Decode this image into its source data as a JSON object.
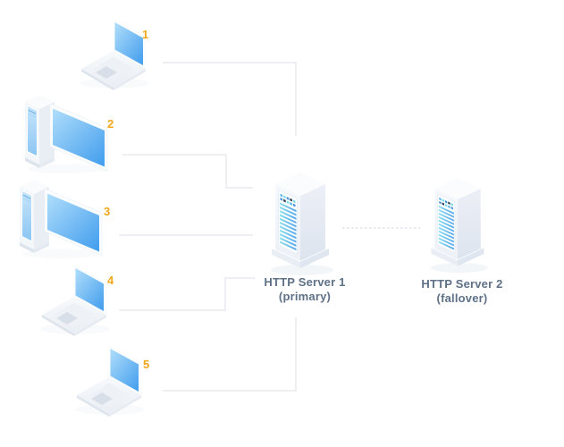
{
  "diagram": {
    "clients": [
      {
        "label": "1",
        "device": "laptop"
      },
      {
        "label": "2",
        "device": "desktop"
      },
      {
        "label": "3",
        "device": "desktop"
      },
      {
        "label": "4",
        "device": "laptop"
      },
      {
        "label": "5",
        "device": "laptop"
      }
    ],
    "servers": [
      {
        "name": "HTTP Server 1",
        "role": "(primary)"
      },
      {
        "name": "HTTP Server 2",
        "role": "(fallover)"
      }
    ],
    "connections": [
      {
        "from": "client-1",
        "to": "http-server-1",
        "style": "solid"
      },
      {
        "from": "client-2",
        "to": "http-server-1",
        "style": "solid"
      },
      {
        "from": "client-3",
        "to": "http-server-1",
        "style": "solid"
      },
      {
        "from": "client-4",
        "to": "http-server-1",
        "style": "solid"
      },
      {
        "from": "client-5",
        "to": "http-server-1",
        "style": "solid"
      },
      {
        "from": "http-server-1",
        "to": "http-server-2",
        "style": "dashed"
      }
    ],
    "colors": {
      "client_number": "#F2A71B",
      "server_label": "#5E7187",
      "connection_line": "#E7EAEE",
      "screen_blue": "#48A1EE",
      "screen_blue_light": "#B0DEFB"
    }
  }
}
